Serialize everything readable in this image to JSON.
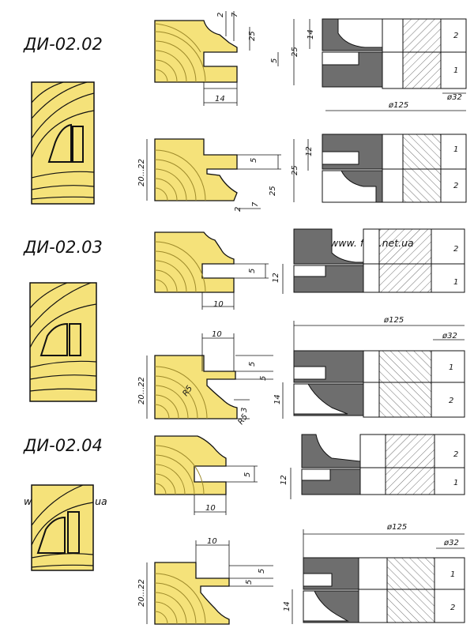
{
  "models": [
    {
      "name": "ДИ-02.02"
    },
    {
      "name": "ДИ-02.03"
    },
    {
      "name": "ДИ-02.04"
    }
  ],
  "watermark": "www. frez.net.ua",
  "dims": {
    "d2": "2",
    "d7": "7",
    "d25": "25",
    "d5": "5",
    "d14": "14",
    "d12": "12",
    "d10": "10",
    "d3": "3",
    "r5": "R5",
    "range": "20...22",
    "d125": "ø125",
    "d32": "ø32",
    "p1": "1",
    "p2": "2"
  },
  "colors": {
    "wood": "#f5e27a",
    "grain": "#9e8a2a",
    "cutter": "#6e6e6e",
    "line": "#111111"
  }
}
